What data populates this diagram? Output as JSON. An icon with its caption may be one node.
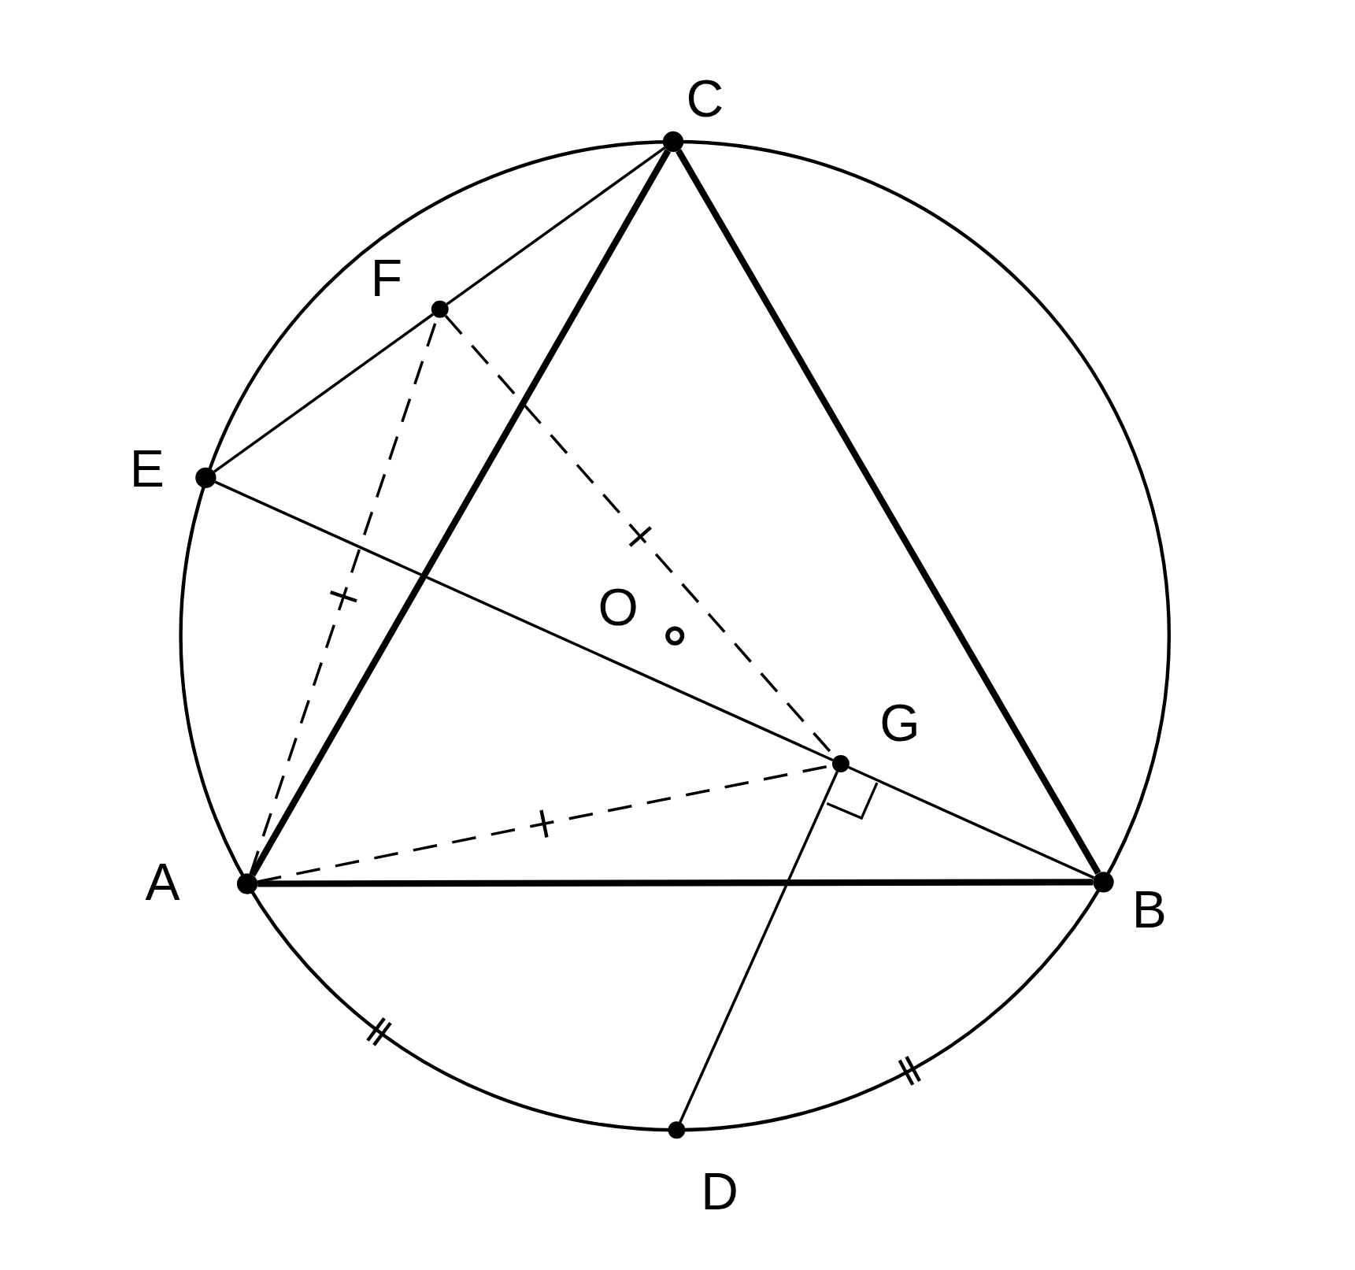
{
  "diagram": {
    "nodes": [
      {
        "text": [],
        "shape": "circle",
        "beside": [
          "A"
        ]
      },
      {
        "text": [],
        "shape": "circle",
        "beside": [
          "B"
        ]
      },
      {
        "text": [],
        "shape": "circle",
        "beside": [
          "C"
        ]
      },
      {
        "text": [],
        "shape": "circle",
        "beside": [
          "D"
        ]
      },
      {
        "text": [],
        "shape": "circle",
        "beside": [
          "E"
        ]
      },
      {
        "text": [],
        "shape": "circle",
        "beside": [
          "F"
        ]
      },
      {
        "text": [],
        "shape": "circle",
        "beside": [
          "G"
        ]
      },
      {
        "text": [],
        "shape": "circle",
        "beside": [
          "O"
        ]
      }
    ],
    "edges": [
      {
        "from": 0,
        "to": 1,
        "arrow": "none",
        "style": "thick"
      },
      {
        "from": 1,
        "to": 2,
        "arrow": "none",
        "style": "thick"
      },
      {
        "from": 2,
        "to": 0,
        "arrow": "none",
        "style": "thick"
      },
      {
        "from": 4,
        "to": 5,
        "arrow": "none"
      },
      {
        "from": 5,
        "to": 2,
        "arrow": "none"
      },
      {
        "from": 4,
        "to": 6,
        "arrow": "none"
      },
      {
        "from": 6,
        "to": 1,
        "arrow": "none"
      },
      {
        "from": 6,
        "to": 3,
        "arrow": "none"
      },
      {
        "from": 0,
        "to": 5,
        "arrow": "none",
        "style": "dashed"
      },
      {
        "from": 5,
        "to": 6,
        "arrow": "none",
        "style": "dashed"
      },
      {
        "from": 0,
        "to": 6,
        "arrow": "none",
        "style": "dashed"
      }
    ]
  }
}
